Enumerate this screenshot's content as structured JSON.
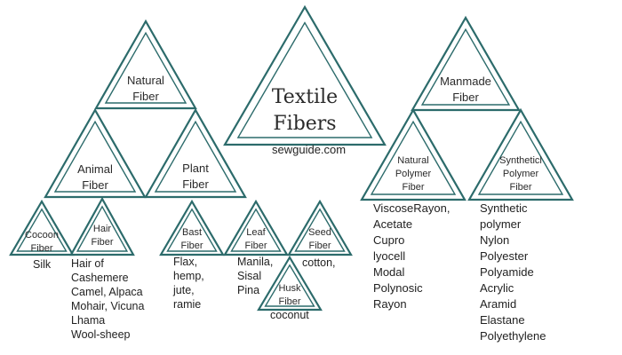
{
  "title": [
    "Textile",
    "Fibers"
  ],
  "source": "sewguide.com",
  "nodes": {
    "natural": [
      "Natural",
      "Fiber"
    ],
    "manmade": [
      "Manmade",
      "Fiber"
    ],
    "animal": [
      "Animal",
      "Fiber"
    ],
    "plant": [
      "Plant",
      "Fiber"
    ],
    "natural_polymer": [
      "Natural",
      "Polymer",
      "Fiber"
    ],
    "synthetic_polymer": [
      "Syntheticl",
      "Polymer",
      "Fiber"
    ],
    "cocoon": [
      "Cocoon",
      "Fiber"
    ],
    "hair": [
      "Hair",
      "Fiber"
    ],
    "bast": [
      "Bast",
      "Fiber"
    ],
    "leaf": [
      "Leaf",
      "Fiber"
    ],
    "seed": [
      "Seed",
      "Fiber"
    ],
    "husk": [
      "Husk",
      "Fiber"
    ]
  },
  "lists": {
    "cocoon": [
      "Silk"
    ],
    "hair": [
      "Hair of",
      "Cashemere",
      "Camel, Alpaca",
      "Mohair, Vicuna",
      "Lhama",
      "Wool-sheep"
    ],
    "bast": [
      "Flax,",
      "hemp,",
      "jute,",
      "ramie"
    ],
    "leaf": [
      "Manila,",
      "Sisal",
      "Pina"
    ],
    "seed": [
      "cotton,"
    ],
    "husk": [
      "coconut"
    ],
    "natural_polymer": [
      "ViscoseRayon,",
      "Acetate",
      "Cupro",
      "lyocell",
      "Modal",
      "Polynosic",
      "Rayon"
    ],
    "synthetic_polymer": [
      "Synthetic",
      "polymer",
      "Nylon",
      "Polyester",
      "Polyamide",
      "Acrylic",
      "Aramid",
      "Elastane",
      "Polyethylene"
    ]
  }
}
